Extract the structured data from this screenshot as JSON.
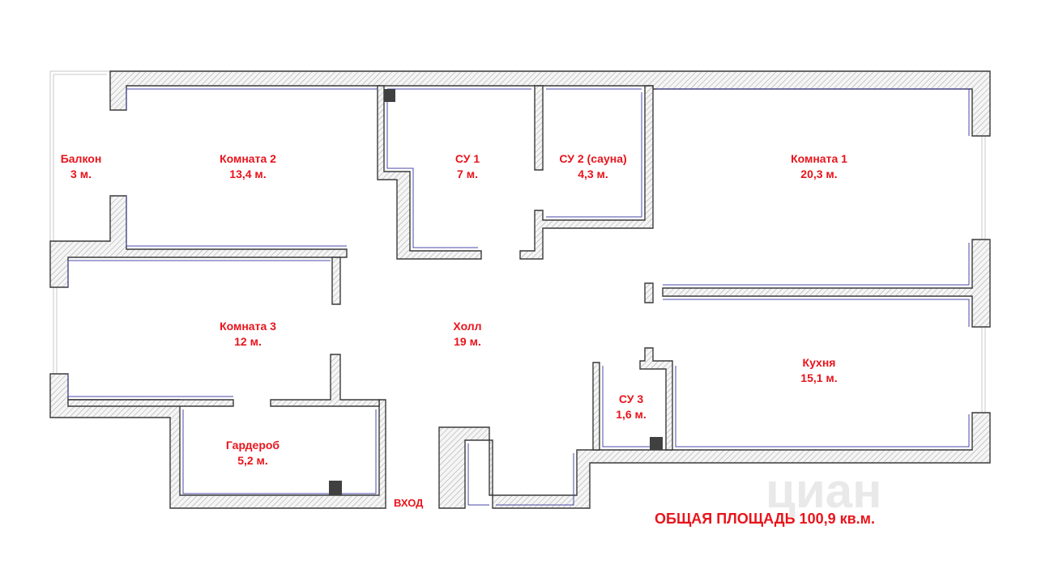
{
  "rooms": [
    {
      "name": "Балкон",
      "area": "3 м."
    },
    {
      "name": "Комната 2",
      "area": "13,4 м."
    },
    {
      "name": "СУ 1",
      "area": "7 м."
    },
    {
      "name": "СУ 2 (сауна)",
      "area": "4,3 м."
    },
    {
      "name": "Комната 1",
      "area": "20,3 м."
    },
    {
      "name": "Комната 3",
      "area": "12 м."
    },
    {
      "name": "Холл",
      "area": "19 м."
    },
    {
      "name": "Кухня",
      "area": "15,1 м."
    },
    {
      "name": "СУ 3",
      "area": "1,6 м."
    },
    {
      "name": "Гардероб",
      "area": "5,2 м."
    }
  ],
  "entrance_label": "ВХОД",
  "total_area": "ОБЩАЯ ПЛОЩАДЬ 100,9 кв.м.",
  "watermark": "циан",
  "colors": {
    "label": "#e8141c",
    "wall_hatch": "#3a3a3a",
    "inner_finish": "#4a4aa8"
  }
}
